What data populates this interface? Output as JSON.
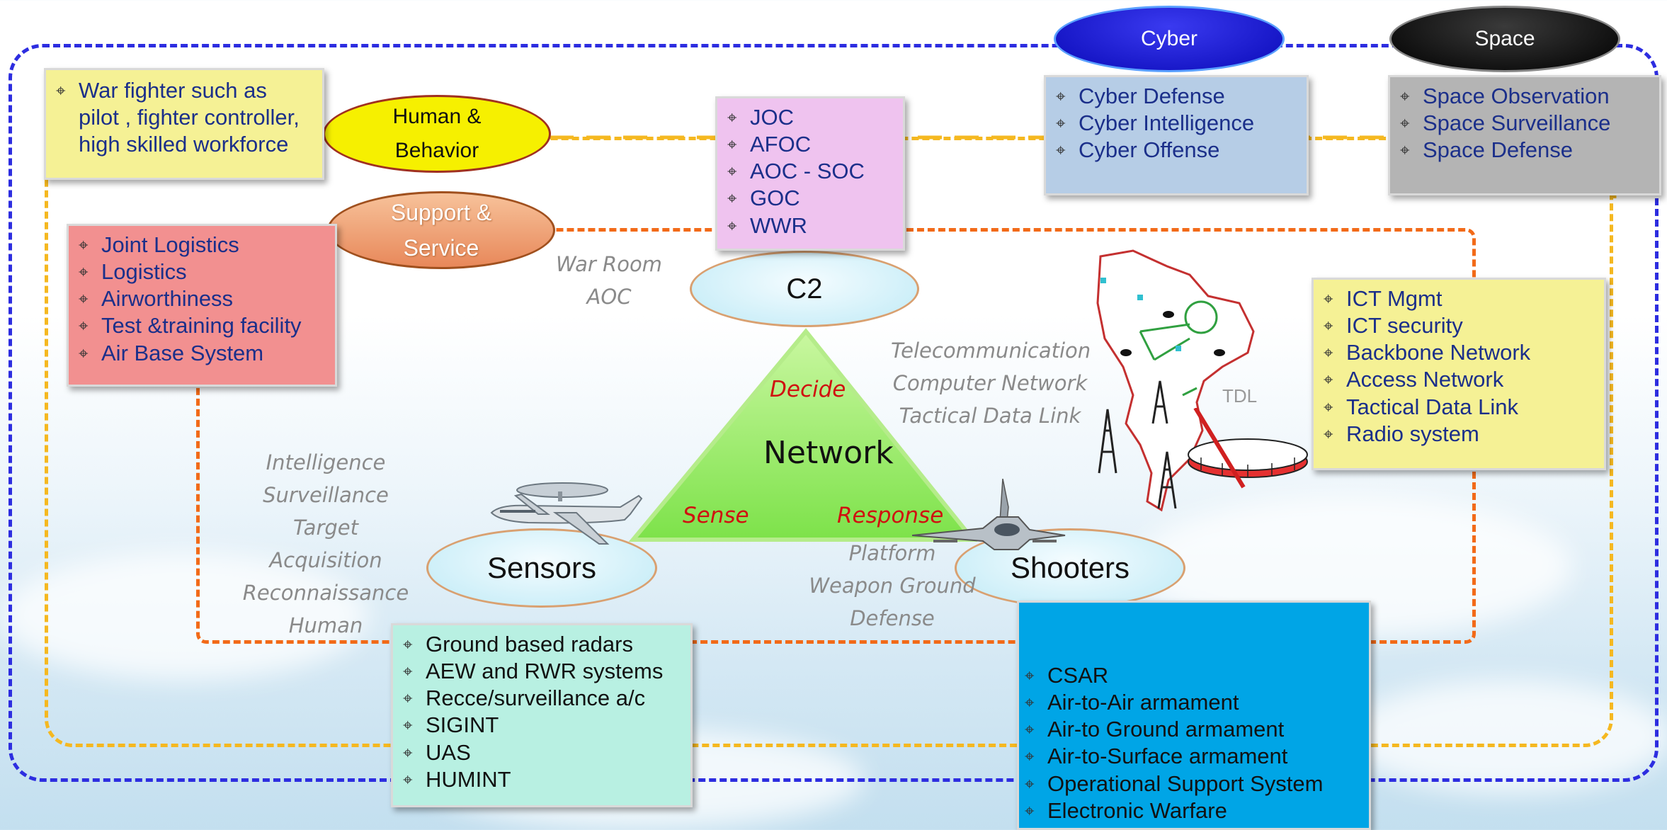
{
  "ovals": {
    "cyber": "Cyber",
    "space": "Space",
    "human": "Human &\nBehavior",
    "support": "Support &\nService",
    "c2": "C2",
    "sensors": "Sensors",
    "shooters": "Shooters"
  },
  "boxes": {
    "warfighter": [
      "War fighter such as pilot , fighter controller, high skilled workforce"
    ],
    "c2_units": [
      "JOC",
      "AFOC",
      "AOC - SOC",
      "GOC",
      "WWR"
    ],
    "cyber": [
      "Cyber Defense",
      "Cyber Intelligence",
      "Cyber Offense"
    ],
    "space": [
      "Space Observation",
      "Space Surveillance",
      "Space Defense"
    ],
    "logistics": [
      "Joint Logistics",
      "Logistics",
      "Airworthiness",
      "Test &training facility",
      "Air Base System"
    ],
    "ict": [
      "ICT Mgmt",
      "ICT security",
      "Backbone Network",
      "Access Network",
      "Tactical Data Link",
      "Radio system"
    ],
    "sensors": [
      "Ground based radars",
      "AEW and RWR systems",
      "Recce/surveillance a/c",
      "SIGINT",
      "UAS",
      "HUMINT"
    ],
    "shooters": [
      "CSAR",
      "Air-to-Air armament",
      "Air-to Ground armament",
      "Air-to-Surface armament",
      "Operational Support System",
      "Electronic Warfare"
    ]
  },
  "labels": {
    "war_room": "War Room\nAOC",
    "telecom": "Telecommunication\nComputer Network\nTactical Data Link",
    "intel": "Intelligence\nSurveillance\nTarget Acquisition\nReconnaissance\nHuman",
    "platform": "Platform\nWeapon Ground\nDefense"
  },
  "network": {
    "title": "Network",
    "decide": "Decide",
    "sense": "Sense",
    "response": "Response"
  },
  "map_label": "TDL",
  "colors": {
    "blue_frame": "#2d2de0",
    "yellow_frame": "#f5b820",
    "orange_frame": "#f26a18",
    "network_green": "#8ef05a",
    "text_blue": "#1b2f8a"
  },
  "icons": [
    "awacs-aircraft-icon",
    "fighter-jet-icon",
    "thailand-map-icon",
    "radio-tower-icon",
    "radar-dish-icon"
  ]
}
